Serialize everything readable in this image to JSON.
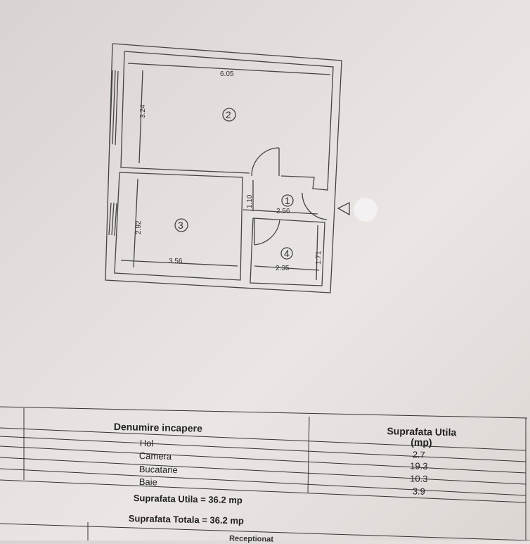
{
  "plan": {
    "dimensions": {
      "camera_width": "6.05",
      "camera_depth": "3.24",
      "hol_width": "2.56",
      "hol_height": "1.10",
      "bucatarie_width": "3.56",
      "bucatarie_depth": "2.92",
      "baie_width": "2.35",
      "baie_depth": "1.71"
    },
    "room_numbers": {
      "hol": "1",
      "camera": "2",
      "bucatarie": "3",
      "baie": "4"
    }
  },
  "table": {
    "header_name": "Denumire incapere",
    "header_area_line1": "Suprafata Utila",
    "header_area_line2": "(mp)",
    "rows": [
      {
        "name": "Hol",
        "value": "2.7"
      },
      {
        "name": "Camera",
        "value": "19.3"
      },
      {
        "name": "Bucatarie",
        "value": "10.3"
      },
      {
        "name": "Baie",
        "value": "3.9"
      }
    ],
    "suprafata_utila": "Suprafata Utila = 36.2 mp",
    "suprafata_totala": "Suprafata Totala = 36.2 mp",
    "cut_text": "Receptionat"
  }
}
